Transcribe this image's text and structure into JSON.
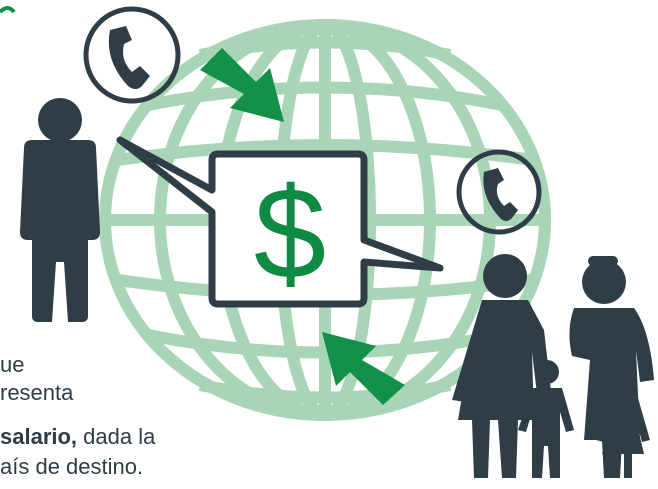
{
  "text_lines": {
    "line1": "ue",
    "line2": "resenta",
    "line3_bold": "salario,",
    "line3_rest": " dada  la",
    "line4": "aís de destino."
  },
  "symbol": "$",
  "colors": {
    "globe": "#a8d5b6",
    "arrow": "#139047",
    "dark": "#2f3d46",
    "dollar": "#0f8a43"
  },
  "icons": [
    "globe-icon",
    "phone-icon",
    "person-man-icon",
    "family-icon",
    "speech-bubble-icon",
    "arrow-icon"
  ]
}
